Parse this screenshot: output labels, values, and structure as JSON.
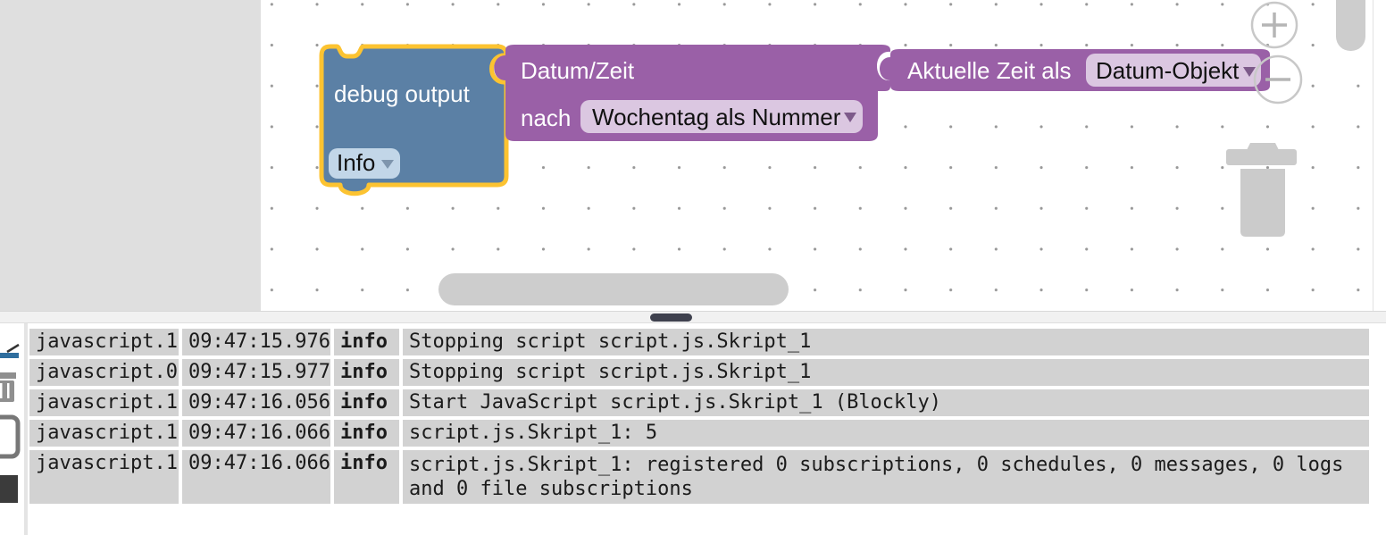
{
  "workspace": {
    "debug_block": {
      "label": "debug output",
      "severity_dropdown": "Info"
    },
    "datetime_block": {
      "title": "Datum/Zeit",
      "field_label": "nach",
      "format_dropdown": "Wochentag als Nummer"
    },
    "time_block": {
      "label": "Aktuelle Zeit als",
      "type_dropdown": "Datum-Objekt"
    },
    "colors": {
      "debug_block_fill": "#5b80a5",
      "debug_dropdown_fill": "#c2d6e8",
      "purple_block_fill": "#9a60a7",
      "purple_dropdown_fill": "#dbc7e1",
      "selection_outline": "#fcc331",
      "grid_dot": "#989898",
      "log_row_bg": "#d2d2d2",
      "divider_handle": "#3f414e"
    },
    "icons": {
      "zoom_in": "plus-circle",
      "zoom_out": "minus-circle",
      "trash": "trashcan",
      "dropdown_arrow": "triangle-down"
    }
  },
  "log": {
    "rows": [
      {
        "source": "javascript.1",
        "time": "09:47:15.976",
        "severity": "info",
        "message": "Stopping script script.js.Skript_1"
      },
      {
        "source": "javascript.0",
        "time": "09:47:15.977",
        "severity": "info",
        "message": "Stopping script script.js.Skript_1"
      },
      {
        "source": "javascript.1",
        "time": "09:47:16.056",
        "severity": "info",
        "message": "Start JavaScript script.js.Skript_1 (Blockly)"
      },
      {
        "source": "javascript.1",
        "time": "09:47:16.066",
        "severity": "info",
        "message": "script.js.Skript_1: 5"
      },
      {
        "source": "javascript.1",
        "time": "09:47:16.066",
        "severity": "info",
        "message": "script.js.Skript_1: registered 0 subscriptions, 0 schedules, 0 messages, 0 logs and 0 file subscriptions"
      }
    ]
  }
}
